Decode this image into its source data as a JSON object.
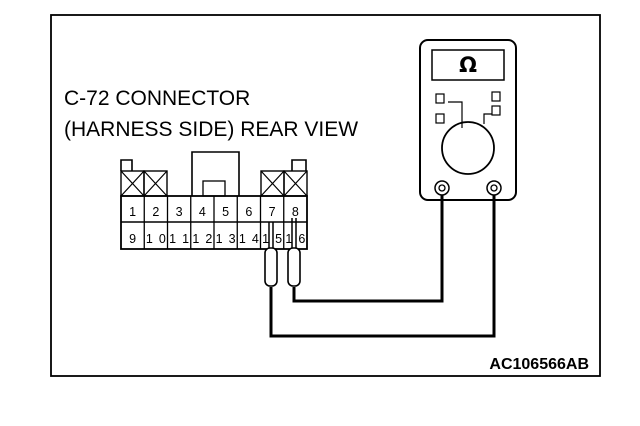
{
  "labels": {
    "connector_title": "C-72 CONNECTOR",
    "connector_subtitle": "(HARNESS SIDE) REAR VIEW",
    "figure_code": "AC106566AB",
    "meter_symbol": "Ω"
  },
  "connector": {
    "top_row": [
      "1",
      "2",
      "3",
      "4",
      "5",
      "6",
      "7",
      "8"
    ],
    "bottom_row": [
      "9",
      "10",
      "11",
      "12",
      "13",
      "14",
      "15",
      "16"
    ]
  },
  "colors": {
    "line": "#000000",
    "background": "#ffffff"
  },
  "icons": {
    "meter": "ohmmeter-icon",
    "probe": "test-probe-icon"
  }
}
